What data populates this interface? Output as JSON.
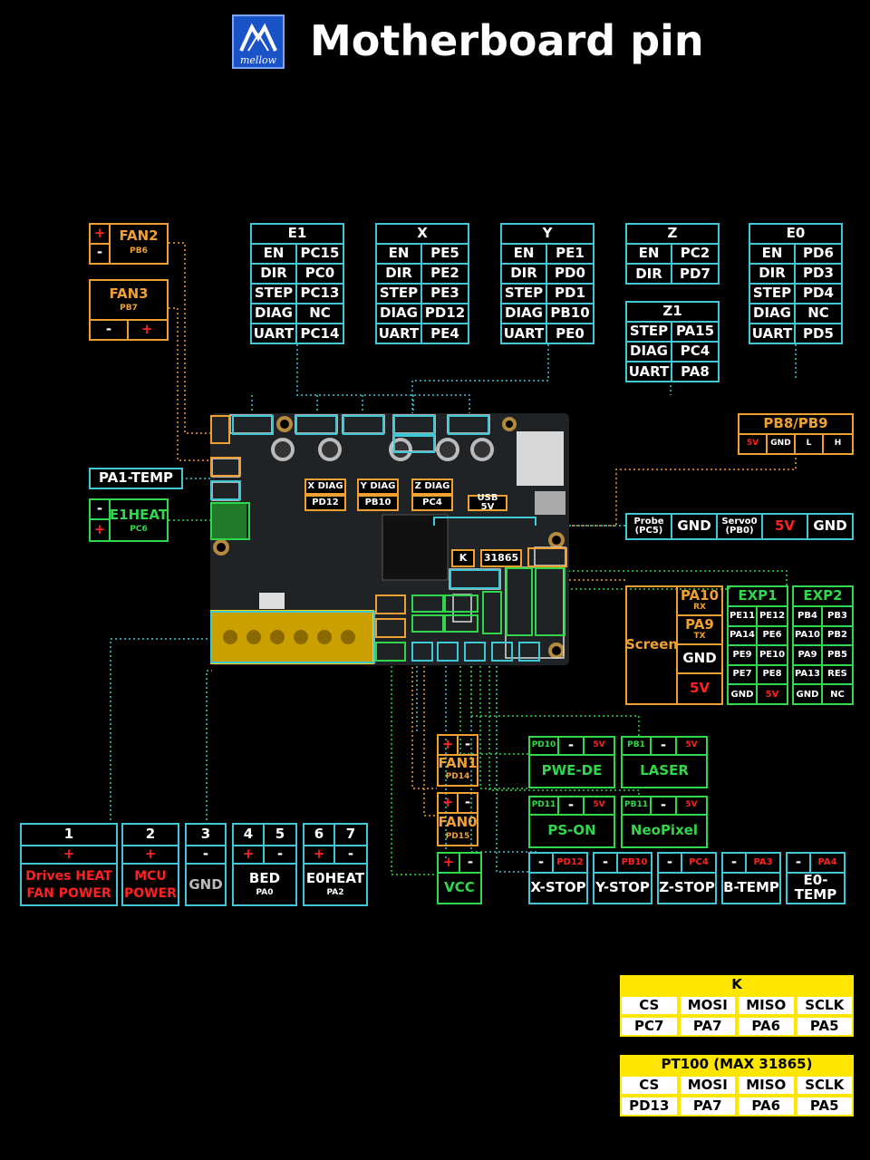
{
  "title": "Motherboard pin",
  "logo_text": "mellow",
  "drivers": [
    {
      "name": "E1",
      "rows": [
        [
          "EN",
          "PC15"
        ],
        [
          "DIR",
          "PC0"
        ],
        [
          "STEP",
          "PC13"
        ],
        [
          "DIAG",
          "NC"
        ],
        [
          "UART",
          "PC14"
        ]
      ]
    },
    {
      "name": "X",
      "rows": [
        [
          "EN",
          "PE5"
        ],
        [
          "DIR",
          "PE2"
        ],
        [
          "STEP",
          "PE3"
        ],
        [
          "DIAG",
          "PD12"
        ],
        [
          "UART",
          "PE4"
        ]
      ]
    },
    {
      "name": "Y",
      "rows": [
        [
          "EN",
          "PE1"
        ],
        [
          "DIR",
          "PD0"
        ],
        [
          "STEP",
          "PD1"
        ],
        [
          "DIAG",
          "PB10"
        ],
        [
          "UART",
          "PE0"
        ]
      ]
    },
    {
      "name": "Z",
      "rows": [
        [
          "EN",
          "PC2"
        ],
        [
          "DIR",
          "PD7"
        ]
      ]
    },
    {
      "name": "Z1",
      "rows": [
        [
          "STEP",
          "PA15"
        ],
        [
          "DIAG",
          "PC4"
        ],
        [
          "UART",
          "PA8"
        ]
      ]
    },
    {
      "name": "E0",
      "rows": [
        [
          "EN",
          "PD6"
        ],
        [
          "DIR",
          "PD3"
        ],
        [
          "STEP",
          "PD4"
        ],
        [
          "DIAG",
          "NC"
        ],
        [
          "UART",
          "PD5"
        ]
      ]
    }
  ],
  "fan2": {
    "label": "FAN2",
    "pin": "PB6",
    "plus": "+",
    "minus": "-"
  },
  "fan3": {
    "label": "FAN3",
    "pin": "PB7",
    "plus": "+",
    "minus": "-"
  },
  "pa1_temp": "PA1-TEMP",
  "e1heat": {
    "label": "E1HEAT",
    "pin": "PC6",
    "plus": "+",
    "minus": "-"
  },
  "pb8pb9": {
    "label": "PB8/PB9",
    "pins": [
      "5V",
      "GND",
      "L",
      "H"
    ]
  },
  "probe": {
    "probe": "Probe",
    "probe_pin": "(PC5)",
    "gnd1": "GND",
    "servo": "Servo0",
    "servo_pin": "(PB0)",
    "v5": "5V",
    "gnd2": "GND"
  },
  "diag_labels": [
    [
      "X DIAG",
      "PD12"
    ],
    [
      "Y DIAG",
      "PB10"
    ],
    [
      "Z DIAG",
      "PC4"
    ],
    [
      "USB 5V",
      ""
    ]
  ],
  "board_labels": {
    "k": "K",
    "max": "31865"
  },
  "screen": {
    "label": "Screen",
    "pa10": "PA10",
    "rx": "RX",
    "pa9": "PA9",
    "tx": "TX",
    "gnd": "GND",
    "v5": "5V"
  },
  "exp1": {
    "label": "EXP1",
    "rows": [
      [
        "PE11",
        "PE12"
      ],
      [
        "PA14",
        "PE6"
      ],
      [
        "PE9",
        "PE10"
      ],
      [
        "PE7",
        "PE8"
      ],
      [
        "GND",
        "5V"
      ]
    ]
  },
  "exp2": {
    "label": "EXP2",
    "rows": [
      [
        "PB4",
        "PB3"
      ],
      [
        "PA10",
        "PB2"
      ],
      [
        "PA9",
        "PB5"
      ],
      [
        "PA13",
        "RES"
      ],
      [
        "GND",
        "NC"
      ]
    ]
  },
  "fan1": {
    "label": "FAN1",
    "pin": "PD14",
    "plus": "+",
    "minus": "-"
  },
  "fan0": {
    "label": "FAN0",
    "pin": "PD15",
    "plus": "+",
    "minus": "-"
  },
  "vcc": {
    "label": "VCC",
    "plus": "+",
    "minus": "-"
  },
  "pwe": {
    "pin": "PD10",
    "minus": "-",
    "v": "5V",
    "label": "PWE-DE"
  },
  "laser": {
    "pin": "PB1",
    "minus": "-",
    "v": "5V",
    "label": "LASER"
  },
  "pson": {
    "pin": "PD11",
    "minus": "-",
    "v": "5V",
    "label": "PS-ON"
  },
  "neopixel": {
    "pin": "PB11",
    "minus": "-",
    "v": "5V",
    "label": "NeoPixel"
  },
  "stops": [
    {
      "pin": "PD12",
      "minus": "-",
      "label": "X-STOP"
    },
    {
      "pin": "PB10",
      "minus": "-",
      "label": "Y-STOP"
    },
    {
      "pin": "PC4",
      "minus": "-",
      "label": "Z-STOP"
    },
    {
      "pin": "PA3",
      "minus": "-",
      "label": "B-TEMP"
    },
    {
      "pin": "PA4",
      "minus": "-",
      "label": "E0-TEMP"
    }
  ],
  "power": {
    "nums": [
      "1",
      "2",
      "3",
      "4",
      "5",
      "6",
      "7"
    ],
    "signs": [
      "+",
      "+",
      "-",
      "+",
      "-",
      "+",
      "-"
    ],
    "drives": "Drives HEAT",
    "fanpower": "FAN POWER",
    "mcu": "MCU",
    "mcupower": "POWER",
    "gnd": "GND",
    "bed": "BED",
    "bed_pin": "PA0",
    "e0heat": "E0HEAT",
    "e0heat_pin": "PA2"
  },
  "k_table": {
    "title": "K",
    "head": [
      "CS",
      "MOSI",
      "MISO",
      "SCLK"
    ],
    "vals": [
      "PC7",
      "PA7",
      "PA6",
      "PA5"
    ]
  },
  "pt_table": {
    "title": "PT100 (MAX 31865)",
    "head": [
      "CS",
      "MOSI",
      "MISO",
      "SCLK"
    ],
    "vals": [
      "PD13",
      "PA7",
      "PA6",
      "PA5"
    ]
  },
  "colors": {
    "cyan": "#3fc7d6",
    "orange": "#f0a030",
    "green": "#2fd84a",
    "yellow": "#ffe600",
    "red": "#ff2020"
  }
}
